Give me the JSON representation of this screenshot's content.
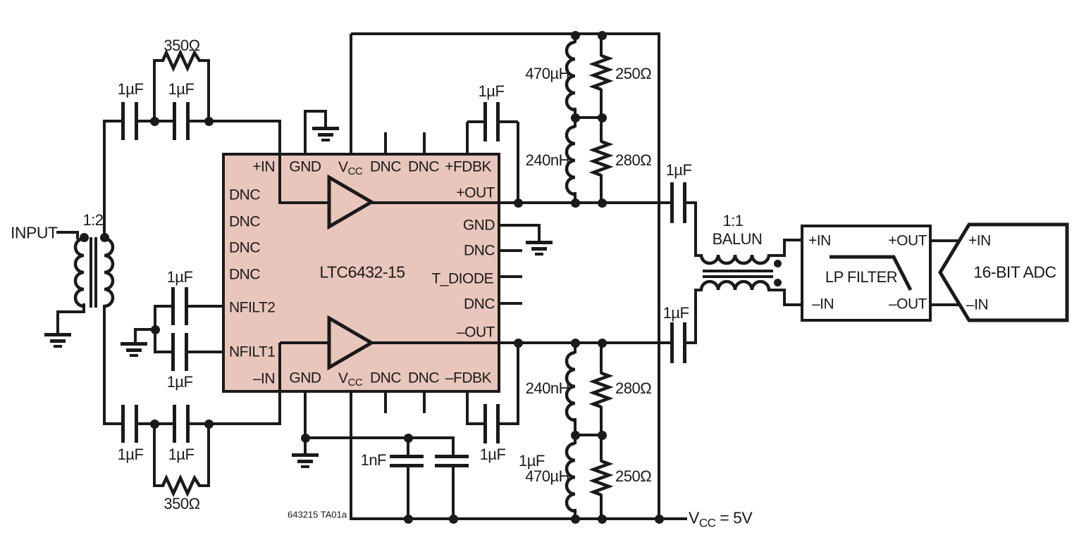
{
  "colors": {
    "ic_fill": "#e9c6bc",
    "line": "#1a1a1a",
    "background": "#ffffff"
  },
  "labels": {
    "input": "INPUT",
    "xfmr_ratio": "1:2",
    "cap_1uf": "1µF",
    "cap_1nf": "1nF",
    "res_350": "350Ω",
    "res_250": "250Ω",
    "res_280": "280Ω",
    "ind_470uh": "470µH",
    "ind_240nh": "240nH",
    "note": "643215 TA01a"
  },
  "supply": {
    "v": "V",
    "sub": "CC",
    "rest": " = 5V"
  },
  "ic": {
    "name": "LTC6432-15",
    "pins": {
      "gnd": "GND",
      "vcc_main": "V",
      "vcc_sub": "CC",
      "dnc": "DNC",
      "fdbk_p": "+FDBK",
      "fdbk_n": "–FDBK",
      "in_p": "+IN",
      "in_n": "–IN",
      "nfilt2": "NFILT2",
      "nfilt1": "NFILT1",
      "out_p": "+OUT",
      "out_n": "–OUT",
      "t_diode": "T_DIODE"
    }
  },
  "balun": {
    "ratio": "1:1",
    "name": "BALUN"
  },
  "lp_filter": {
    "name": "LP FILTER",
    "in_p": "+IN",
    "out_p": "+OUT",
    "in_n": "–IN",
    "out_n": "–OUT"
  },
  "adc": {
    "name": "16-BIT ADC",
    "in_p": "+IN",
    "in_n": "–IN"
  }
}
